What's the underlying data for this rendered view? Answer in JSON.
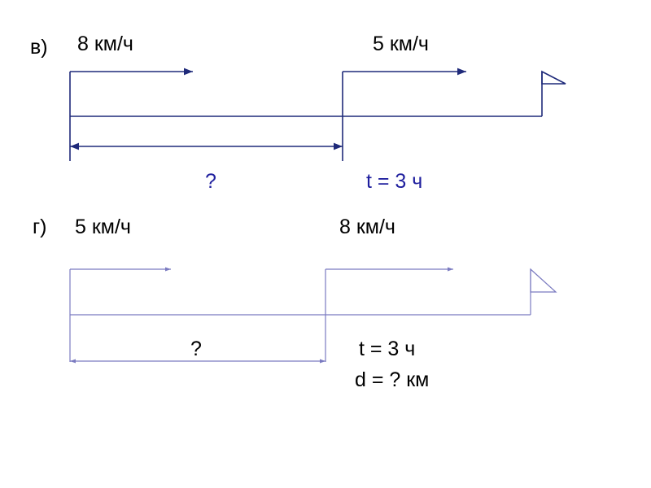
{
  "colors": {
    "line_dark_blue": "#1f2a7a",
    "line_light_blue": "#7a7ac0",
    "label_blue": "#1f1f9e",
    "text": "#000000"
  },
  "part_v": {
    "label": "в)",
    "speed_left": "8 км/ч",
    "speed_right": "5 км/ч",
    "unknown": "?",
    "time": "t = 3 ч"
  },
  "part_g": {
    "label": "г)",
    "speed_left": "5 км/ч",
    "speed_right": "8 км/ч",
    "unknown": "?",
    "time": "t = 3 ч",
    "distance": "d = ? км"
  }
}
